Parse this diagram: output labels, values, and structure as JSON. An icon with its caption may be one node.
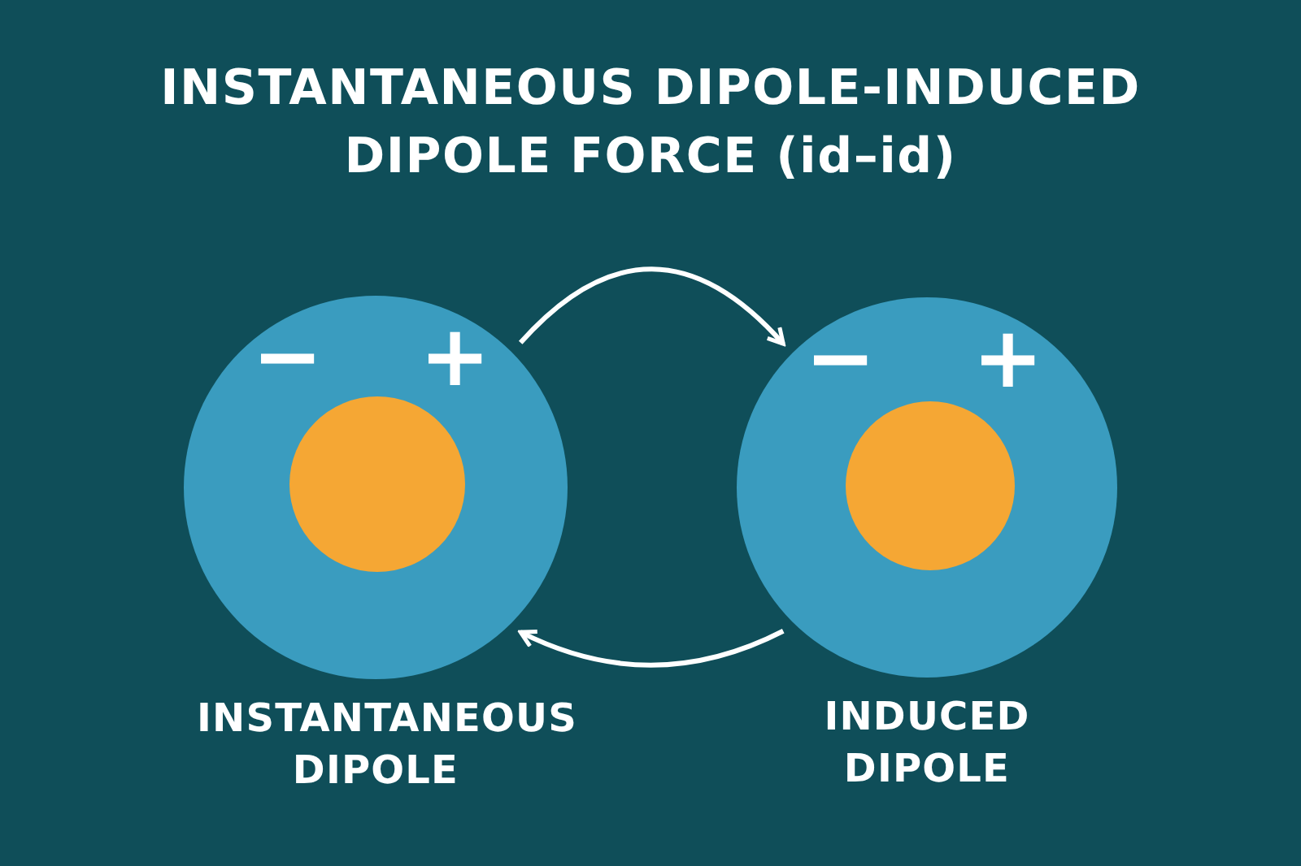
{
  "diagram": {
    "title": "INSTANTANEOUS DIPOLE-INDUCED DIPOLE FORCE (id–id)",
    "nodes": [
      {
        "text": [
          "−",
          "+",
          "INSTANTANEOUS DIPOLE"
        ]
      },
      {
        "text": [],
        "shape": "circle",
        "in": 0
      },
      {
        "text": [
          "−",
          "+",
          "INDUCED DIPOLE"
        ]
      },
      {
        "text": [],
        "shape": "circle",
        "in": 2
      }
    ],
    "edges": [
      {
        "from": 0,
        "to": 2,
        "arrow": "to"
      },
      {
        "from": 2,
        "to": 0,
        "arrow": "to"
      }
    ]
  }
}
